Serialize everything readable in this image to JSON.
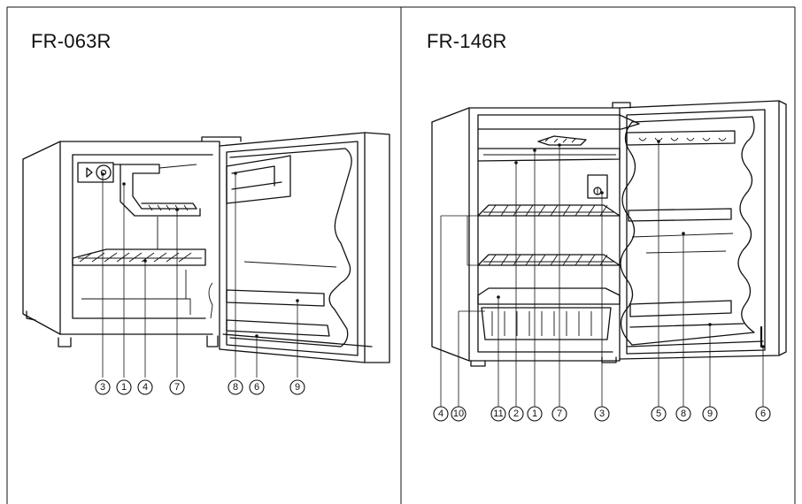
{
  "panels": {
    "left": {
      "model": "FR-063R",
      "callouts": [
        "3",
        "1",
        "4",
        "7",
        "8",
        "6",
        "9"
      ]
    },
    "right": {
      "model": "FR-146R",
      "callouts": [
        "4",
        "10",
        "11",
        "2",
        "1",
        "7",
        "3",
        "5",
        "8",
        "9",
        "6"
      ]
    }
  }
}
